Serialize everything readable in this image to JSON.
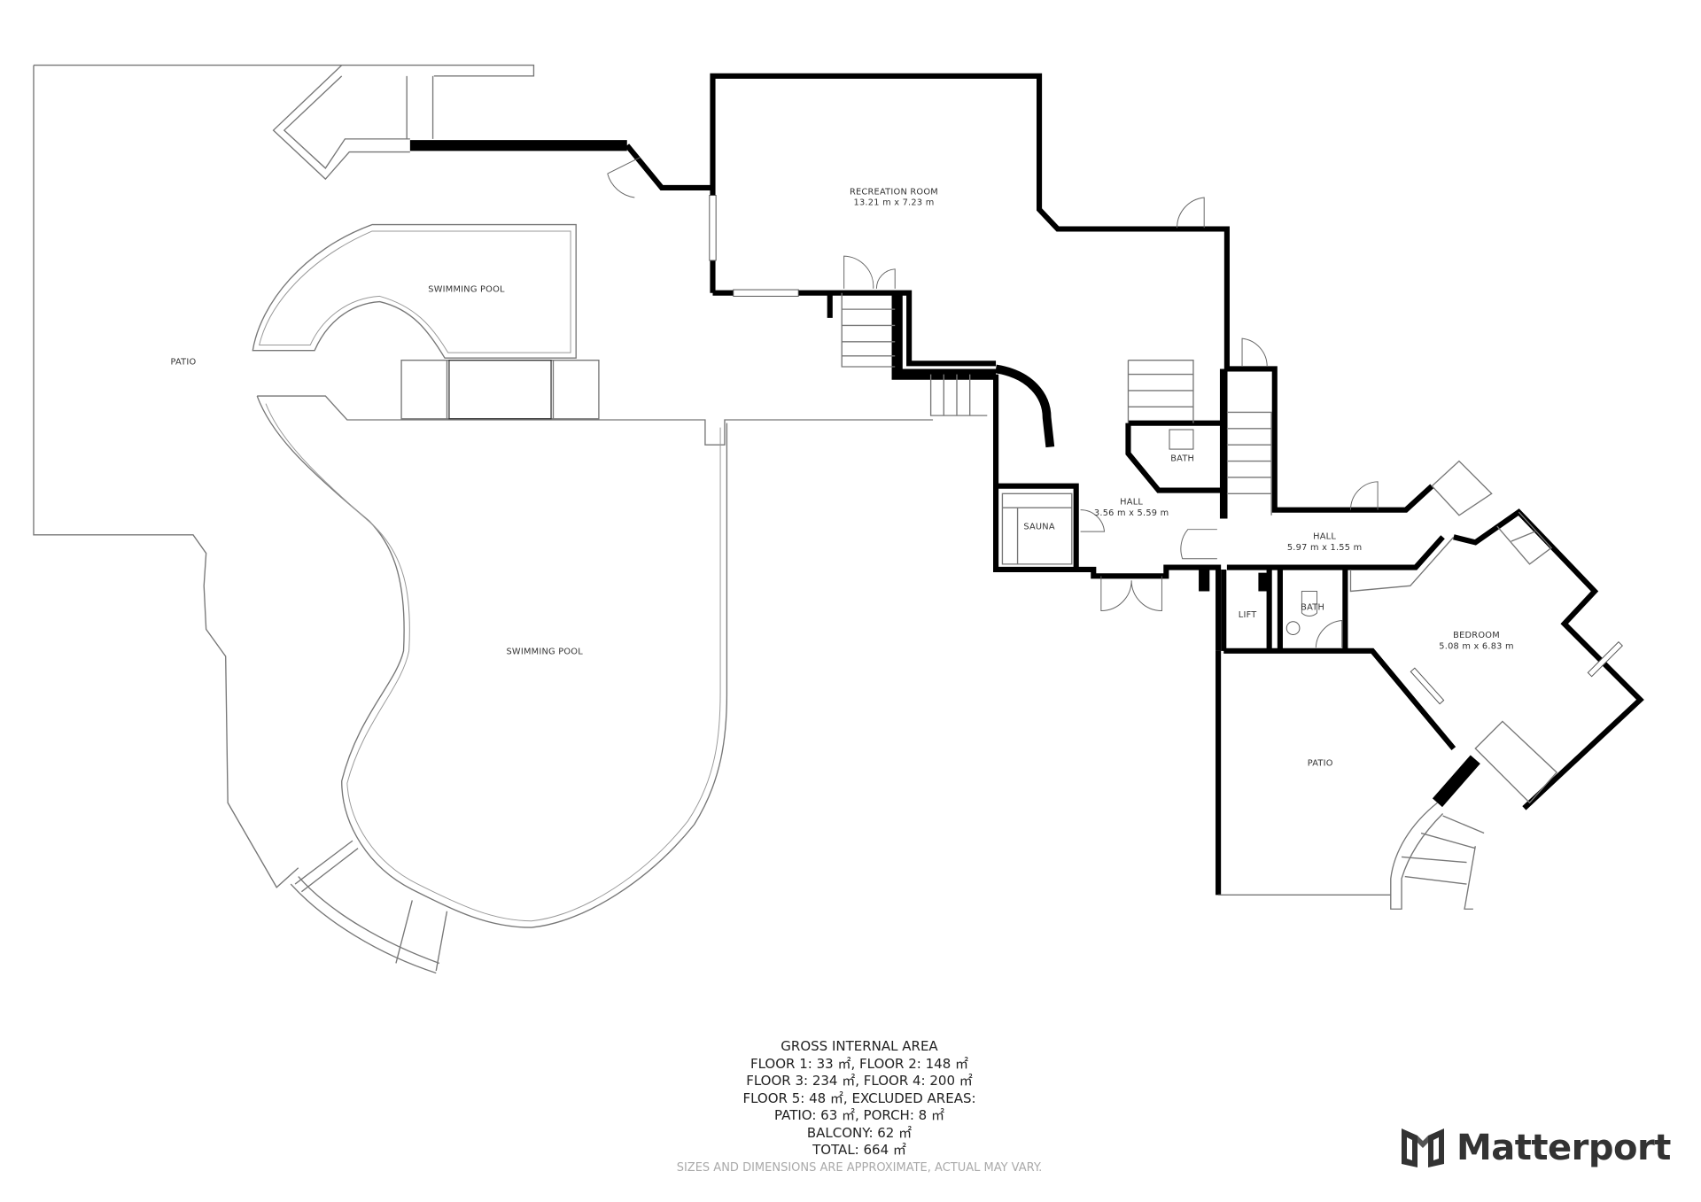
{
  "rooms": {
    "recreation_room": {
      "name": "RECREATION ROOM",
      "size": "13.21 m x 7.23 m"
    },
    "swimming_pool_upper": {
      "name": "SWIMMING POOL"
    },
    "swimming_pool_lower": {
      "name": "SWIMMING POOL"
    },
    "patio_left": {
      "name": "PATIO"
    },
    "patio_right": {
      "name": "PATIO"
    },
    "hall_1": {
      "name": "HALL",
      "size": "3.56 m x 5.59 m"
    },
    "hall_2": {
      "name": "HALL",
      "size": "5.97 m x 1.55 m"
    },
    "sauna": {
      "name": "SAUNA"
    },
    "bath_1": {
      "name": "BATH"
    },
    "bath_2": {
      "name": "BATH"
    },
    "lift": {
      "name": "LIFT"
    },
    "bedroom": {
      "name": "BEDROOM",
      "size": "5.08 m x 6.83 m"
    }
  },
  "area_summary": {
    "title": "GROSS INTERNAL AREA",
    "lines": [
      "FLOOR 1: 33 ㎡, FLOOR 2: 148 ㎡",
      "FLOOR 3: 234 ㎡, FLOOR 4: 200 ㎡",
      "FLOOR 5: 48 ㎡, EXCLUDED AREAS:",
      "PATIO: 63 ㎡, PORCH: 8 ㎡",
      "BALCONY: 62 ㎡",
      "TOTAL: 664 ㎡"
    ],
    "disclaimer": "SIZES AND DIMENSIONS ARE APPROXIMATE, ACTUAL MAY VARY."
  },
  "brand": {
    "name": "Matterport",
    "color": "#333333"
  }
}
